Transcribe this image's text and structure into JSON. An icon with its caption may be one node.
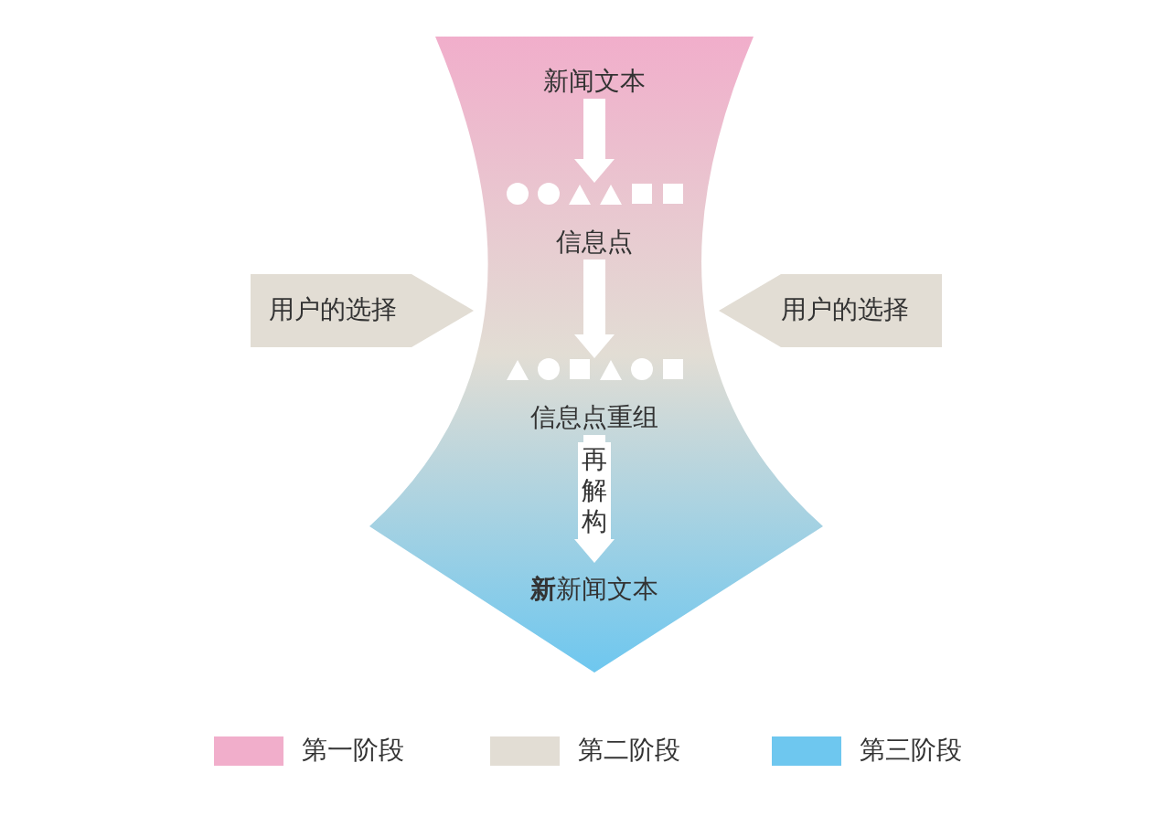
{
  "diagram": {
    "nodes": [
      {
        "text": [],
        "shape": "arrow"
      },
      {
        "text": [
          "新闻文本"
        ],
        "in": 0
      },
      {
        "text": [
          "信息点"
        ],
        "in": 0
      },
      {
        "text": [
          "信息点重组"
        ],
        "in": 0
      },
      {
        "text": [
          "**新**新闻文本"
        ],
        "in": 0
      },
      {
        "text": [
          "用户的选择"
        ]
      },
      {
        "text": [
          "用户的选择"
        ]
      }
    ],
    "edges": [
      {
        "from": 1,
        "to": 2,
        "arrow": "to"
      },
      {
        "from": 2,
        "to": 3,
        "arrow": "to"
      },
      {
        "from": 3,
        "to": 4,
        "arrow": "to",
        "label": "再解构"
      }
    ],
    "legend": [
      {
        "text": "第一阶段",
        "color": "#f1aecb"
      },
      {
        "text": "第二阶段",
        "color": "#e2ddd4"
      },
      {
        "text": "第三阶段",
        "color": "#6ec7ef"
      }
    ]
  }
}
